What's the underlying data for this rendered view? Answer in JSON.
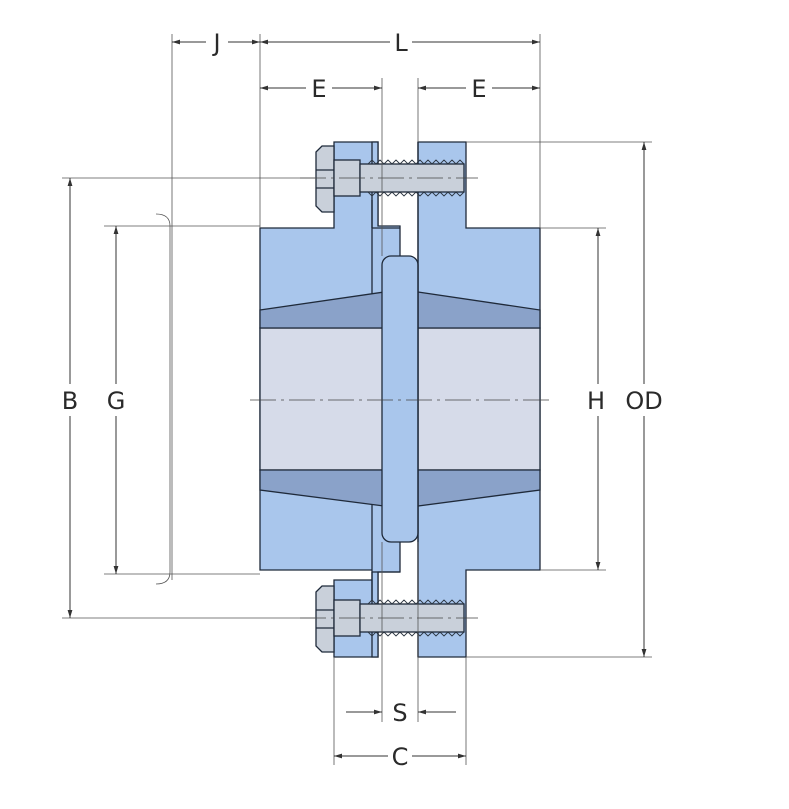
{
  "labels": {
    "J": "J",
    "L": "L",
    "E_left": "E",
    "E_right": "E",
    "B": "B",
    "G": "G",
    "H": "H",
    "OD": "OD",
    "S": "S",
    "C": "C"
  },
  "colors": {
    "hub": "#a9c6ec",
    "bore": "#d6dbe9",
    "taper": "#8aa2c9",
    "bolt": "#c9d0da",
    "line": "#1f2a3a",
    "dim": "#333333"
  }
}
